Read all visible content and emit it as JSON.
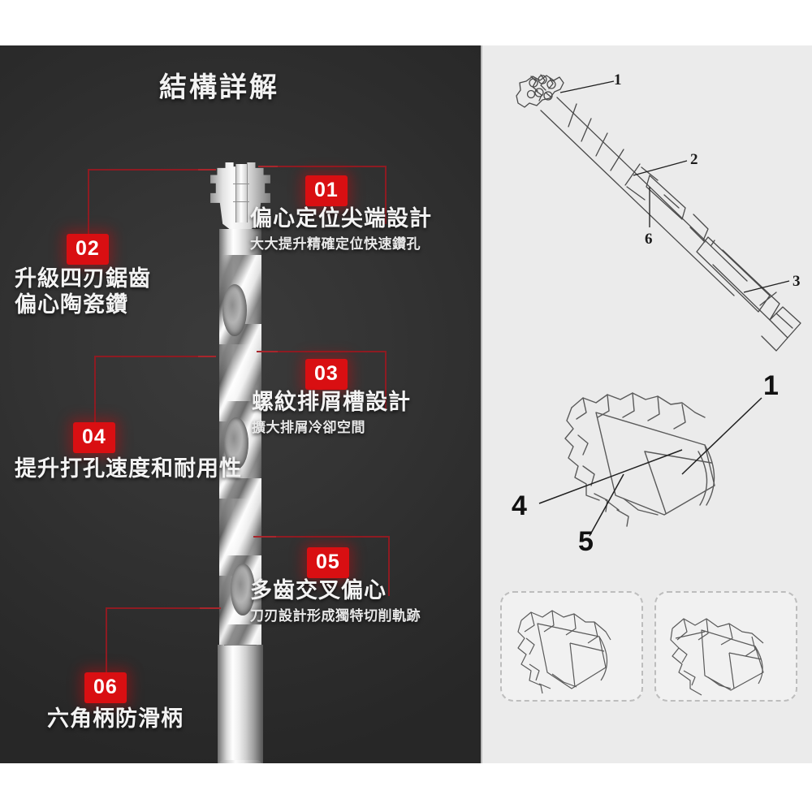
{
  "page": {
    "title": "結構詳解",
    "background": "#ffffff",
    "left_panel_bg": "#333333",
    "right_panel_bg": "#ebebeb",
    "accent_red": "#d90f12",
    "line_red": "#8e1b22"
  },
  "features": [
    {
      "number": "01",
      "title": "偏心定位尖端設計",
      "subtitle": "大大提升精確定位快速鑽孔"
    },
    {
      "number": "02",
      "title_line1": "升級四刃鋸齒",
      "title_line2": "偏心陶瓷鑽",
      "subtitle": ""
    },
    {
      "number": "03",
      "title": "螺紋排屑槽設計",
      "subtitle": "擴大排屑冷卻空間"
    },
    {
      "number": "04",
      "title": "提升打孔速度和耐用性",
      "subtitle": ""
    },
    {
      "number": "05",
      "title": "多齒交叉偏心",
      "subtitle": "刀刃設計形成獨特切削軌跡"
    },
    {
      "number": "06",
      "title": "六角柄防滑柄",
      "subtitle": ""
    }
  ],
  "product_photo": {
    "name": "eccentric-ceramic-tile-drill-bit",
    "parts": [
      "carbide-serrated-tip",
      "spiral-flute-shaft",
      "hex-shank"
    ]
  },
  "technical_drawings": {
    "full_bit": {
      "name": "full-drill-bit-line-drawing",
      "callouts": [
        "1",
        "2",
        "6",
        "3"
      ]
    },
    "tip_detail": {
      "name": "drill-tip-detail-line-drawing",
      "callouts": [
        "1",
        "4",
        "5"
      ]
    },
    "thumbnails": [
      {
        "name": "tip-view-left"
      },
      {
        "name": "tip-view-right"
      }
    ]
  }
}
